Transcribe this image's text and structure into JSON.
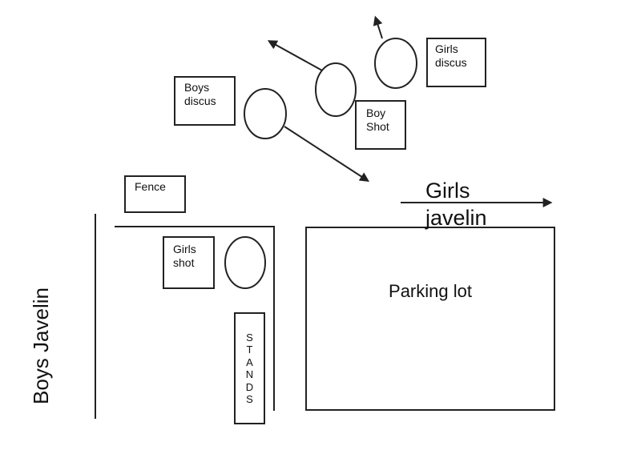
{
  "colors": {
    "line": "#222222",
    "text": "#111111",
    "background": "#ffffff"
  },
  "diagram": {
    "event_boxes": {
      "boys_discus": "Boys\ndiscus",
      "girls_discus": "Girls\ndiscus",
      "boy_shot": "Boy\nShot",
      "girls_shot": "Girls\nshot",
      "fence": "Fence",
      "stands": "STANDS",
      "parking_lot": "Parking lot"
    },
    "direction_labels": {
      "girls_javelin": "Girls\njavelin",
      "boys_javelin": "Boys Javelin"
    }
  }
}
